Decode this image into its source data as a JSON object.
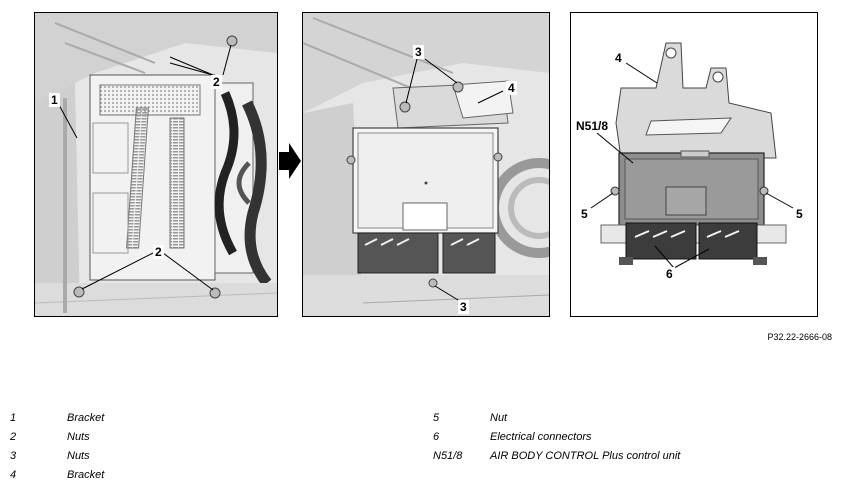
{
  "figure": {
    "reference": "P32.22-2666-08",
    "callouts": {
      "p1_1": "1",
      "p1_2_top": "2",
      "p1_2_bottom": "2",
      "p2_3_top": "3",
      "p2_4": "4",
      "p2_3_bottom": "3",
      "p3_4": "4",
      "p3_n51": "N51/8",
      "p3_5_left": "5",
      "p3_5_right": "5",
      "p3_6": "6"
    }
  },
  "legend": {
    "left": [
      {
        "key": "1",
        "label": "Bracket"
      },
      {
        "key": "2",
        "label": "Nuts"
      },
      {
        "key": "3",
        "label": "Nuts"
      },
      {
        "key": "4",
        "label": "Bracket"
      }
    ],
    "right": [
      {
        "key": "5",
        "label": "Nut"
      },
      {
        "key": "6",
        "label": "Electrical connectors"
      },
      {
        "key": "N51/8",
        "label": "AIR BODY CONTROL Plus control unit"
      }
    ]
  }
}
